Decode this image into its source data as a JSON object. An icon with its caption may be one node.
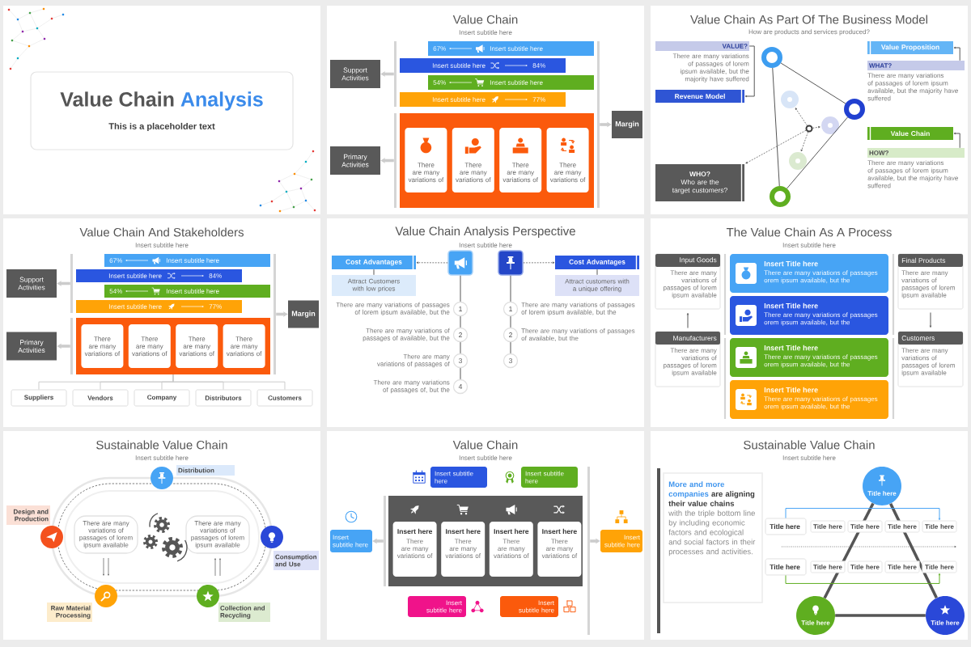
{
  "diagram": {
    "nodes": [
      {
        "text": [],
        "shape": "box"
      },
      {
        "text": [
          "Value Chain",
          "Analysis",
          "This is a placeholder text"
        ],
        "in": 0
      },
      {
        "text": [
          "Value Chain",
          "Insert subtitle here"
        ]
      },
      {
        "text": [
          "Support Activities"
        ],
        "in": 2
      },
      {
        "text": [],
        "shape": "bar",
        "in": 2
      },
      {
        "text": [
          "67%",
          "Insert subtitle here"
        ],
        "in": 2
      },
      {
        "text": [
          "Insert subtitle here",
          "84%"
        ],
        "in": 2
      },
      {
        "text": [
          "54%",
          "Insert subtitle here"
        ],
        "in": 2
      },
      {
        "text": [
          "Insert subtitle here",
          "77%"
        ],
        "in": 2
      },
      {
        "text": [
          "Primary Activities"
        ],
        "in": 2
      },
      {
        "text": [],
        "shape": "bar",
        "in": 2
      },
      {
        "text": [],
        "shape": "box",
        "in": 2
      },
      {
        "text": [
          "There are many variations of"
        ],
        "in": 11
      },
      {
        "text": [
          "There are many variations of"
        ],
        "in": 11
      },
      {
        "text": [
          "There are many variations of"
        ],
        "in": 11
      },
      {
        "text": [
          "There are many variations of"
        ],
        "in": 11
      },
      {
        "text": [],
        "shape": "bar",
        "in": 2
      },
      {
        "text": [
          "Margin"
        ],
        "in": 2
      },
      {
        "text": [
          "Value Chain As Part Of The Business Model",
          "How are products and services produced?"
        ]
      },
      {
        "text": [
          "VALUE?"
        ],
        "beside": [
          "There are many variations of passages of lorem ipsum available, but the majority have suffered"
        ],
        "in": 18
      },
      {
        "text": [],
        "shape": "circle",
        "in": 18
      },
      {
        "text": [
          "Value Proposition"
        ],
        "in": 18
      },
      {
        "text": [
          "Revenue Model"
        ],
        "in": 18
      },
      {
        "text": [
          "WHAT?"
        ],
        "beside": [
          "There are many variations of passages of lorem ipsum available, but the majority have suffered"
        ],
        "in": 18
      },
      {
        "text": [],
        "shape": "circle",
        "in": 18
      },
      {
        "text": [],
        "shape": "circle",
        "in": 18
      },
      {
        "text": [],
        "shape": "circle",
        "in": 18
      },
      {
        "text": [],
        "shape": "circle",
        "in": 18
      },
      {
        "text": [],
        "shape": "circle",
        "in": 18
      },
      {
        "text": [
          "Value Chain"
        ],
        "in": 18
      },
      {
        "text": [
          "WHO?",
          "Who are the target customers?"
        ],
        "in": 18
      },
      {
        "text": [
          "HOW?"
        ],
        "beside": [
          "There are many variations of passages of lorem ipsum available, but the majority have suffered"
        ],
        "in": 18
      },
      {
        "text": [],
        "shape": "circle",
        "in": 18
      },
      {
        "text": [
          "Value Chain And Stakeholders",
          "Insert subtitle here"
        ]
      },
      {
        "text": [
          "Support Activities"
        ],
        "in": 33
      },
      {
        "text": [],
        "shape": "bar",
        "in": 33
      },
      {
        "text": [
          "67%",
          "Insert subtitle here"
        ],
        "in": 33
      },
      {
        "text": [
          "Insert subtitle here",
          "84%"
        ],
        "in": 33
      },
      {
        "text": [
          "54%",
          "Insert subtitle here"
        ],
        "in": 33
      },
      {
        "text": [
          "Insert subtitle here",
          "77%"
        ],
        "in": 33
      },
      {
        "text": [
          "Primary Activities"
        ],
        "in": 33
      },
      {
        "text": [],
        "shape": "bar",
        "in": 33
      },
      {
        "text": [],
        "shape": "box",
        "in": 33
      },
      {
        "text": [
          "There are many variations of"
        ],
        "in": 42
      },
      {
        "text": [
          "There are many variations of"
        ],
        "in": 42
      },
      {
        "text": [
          "There are many variations of"
        ],
        "in": 42
      },
      {
        "text": [
          "There are many variations of"
        ],
        "in": 42
      },
      {
        "text": [],
        "shape": "bar",
        "in": 33
      },
      {
        "text": [
          "Margin"
        ],
        "in": 33
      },
      {
        "text": [
          "Suppliers"
        ],
        "in": 33
      },
      {
        "text": [
          "Vendors"
        ],
        "in": 33
      },
      {
        "text": [
          "Company"
        ],
        "in": 33
      },
      {
        "text": [
          "Distributors"
        ],
        "in": 33
      },
      {
        "text": [
          "Customers"
        ],
        "in": 33
      },
      {
        "text": [
          "Value Chain Analysis Perspective",
          "Insert subtitle here"
        ]
      },
      {
        "text": [
          "Cost Advantages"
        ],
        "in": 54
      },
      {
        "text": [
          "Attract Customers with low prices"
        ],
        "in": 54
      },
      {
        "text": [],
        "shape": "box",
        "in": 54
      },
      {
        "text": [],
        "shape": "box",
        "in": 54
      },
      {
        "text": [
          "Cost Advantages"
        ],
        "in": 54
      },
      {
        "text": [
          "Attract customers with a unique offering"
        ],
        "in": 54
      },
      {
        "text": [
          "1"
        ],
        "beside": [
          "There are many variations of passages of lorem ipsum available, but the"
        ],
        "in": 54
      },
      {
        "text": [
          "2"
        ],
        "beside": [
          "There are many variations of passages of available, but the"
        ],
        "in": 54
      },
      {
        "text": [
          "3"
        ],
        "beside": [
          "There are many variations of passages of"
        ],
        "in": 54
      },
      {
        "text": [
          "4"
        ],
        "beside": [
          "There are many variations of passages of, but the"
        ],
        "in": 54
      },
      {
        "text": [
          "1"
        ],
        "beside": [
          "There are many variations of passages of lorem ipsum available, but the"
        ],
        "in": 54
      },
      {
        "text": [
          "2"
        ],
        "beside": [
          "There are many variations of passages of available, but the"
        ],
        "in": 54
      },
      {
        "text": [
          "3"
        ],
        "in": 54
      },
      {
        "text": [
          "The Value Chain As A Process",
          "Insert subtitle here"
        ]
      },
      {
        "text": [
          "Input Goods",
          "There are many variations of passages of lorem ipsum available"
        ],
        "in": 68
      },
      {
        "text": [
          "Manufacturers",
          "There are many variations of passages of lorem ipsum available"
        ],
        "in": 68
      },
      {
        "text": [
          "Insert Title here",
          "There are many variations of passages orem ipsum available, but the"
        ],
        "in": 68
      },
      {
        "text": [
          "Insert Title here",
          "There are many variations of passages orem ipsum available, but the"
        ],
        "in": 68
      },
      {
        "text": [
          "Insert Title here",
          "There are many variations of passages orem ipsum available, but the"
        ],
        "in": 68
      },
      {
        "text": [
          "Insert Title here",
          "There are many variations of passages orem ipsum available, but the"
        ],
        "in": 68
      },
      {
        "text": [
          "Final Products",
          "There are many variations of passages of lorem ipsum available"
        ],
        "in": 68
      },
      {
        "text": [
          "Customers",
          "There are many variations of passages of lorem ipsum available"
        ],
        "in": 68
      },
      {
        "text": [
          "Sustainable Value Chain",
          "Insert subtitle here"
        ]
      },
      {
        "text": [
          "Distribution"
        ],
        "in": 77
      },
      {
        "text": [
          "Design and Production"
        ],
        "in": 77
      },
      {
        "text": [
          "There are many variations of passages of lorem ipsum available"
        ],
        "in": 77
      },
      {
        "text": [
          "There are many variations of passages of lorem ipsum available"
        ],
        "in": 77
      },
      {
        "text": [
          "Consumption and Use"
        ],
        "in": 77
      },
      {
        "text": [
          "Raw Material Processing"
        ],
        "in": 77
      },
      {
        "text": [
          "Collection and Recycling"
        ],
        "in": 77
      },
      {
        "text": [
          "Value Chain",
          "Insert subtitle here"
        ]
      },
      {
        "text": [
          "Insert subtitle here"
        ],
        "in": 85
      },
      {
        "text": [
          "Insert subtitle here"
        ],
        "in": 85
      },
      {
        "text": [
          "Insert subtitle here"
        ],
        "in": 85
      },
      {
        "text": [],
        "shape": "bar",
        "in": 85
      },
      {
        "text": [],
        "shape": "box",
        "in": 85
      },
      {
        "text": [
          "Insert here",
          "There are many variations of"
        ],
        "in": 90
      },
      {
        "text": [
          "Insert here",
          "There are many variations of"
        ],
        "in": 90
      },
      {
        "text": [
          "Insert here",
          "There are many variations of"
        ],
        "in": 90
      },
      {
        "text": [
          "Insert here",
          "There are many variations of"
        ],
        "in": 90
      },
      {
        "text": [],
        "shape": "bar",
        "in": 85
      },
      {
        "text": [
          "Insert subtitle here"
        ],
        "in": 85
      },
      {
        "text": [
          "Insert subtitle here"
        ],
        "in": 85
      },
      {
        "text": [
          "Insert subtitle here"
        ],
        "in": 85
      },
      {
        "text": [
          "Sustainable Value Chain",
          "Insert subtitle here"
        ]
      },
      {
        "text": [
          "More and more companies",
          "are aligning their value chains",
          "with the triple bottom line by including economic factors and ecological and social factors in their processes and activities."
        ],
        "in": 99
      },
      {
        "text": [
          "Title here"
        ],
        "in": 99
      },
      {
        "text": [
          "Title here"
        ],
        "in": 99
      },
      {
        "text": [
          "Title here"
        ],
        "in": 99
      },
      {
        "text": [
          "Title here"
        ],
        "in": 99
      },
      {
        "text": [
          "Title here"
        ],
        "in": 99
      },
      {
        "text": [
          "Title here"
        ],
        "in": 99
      },
      {
        "text": [
          "Title here"
        ],
        "in": 99
      },
      {
        "text": [
          "Title here"
        ],
        "in": 99
      },
      {
        "text": [
          "Title here"
        ],
        "in": 99
      },
      {
        "text": [
          "Title here"
        ],
        "in": 99
      },
      {
        "text": [
          "Title here"
        ],
        "in": 99
      },
      {
        "text": [
          "Title here"
        ],
        "in": 99
      },
      {
        "text": [
          "Title here"
        ],
        "in": 99
      }
    ],
    "edges": [
      {
        "from": 4,
        "to": 3,
        "arrow": "to",
        "style": "thick",
        "color": "#cccccc"
      },
      {
        "from": 10,
        "to": 9,
        "arrow": "to",
        "style": "thick",
        "color": "#cccccc"
      },
      {
        "from": 16,
        "to": 17,
        "arrow": "to",
        "style": "thick",
        "color": "#cccccc"
      },
      {
        "from": 20,
        "to": 25,
        "arrow": "none"
      },
      {
        "from": 20,
        "to": 32,
        "arrow": "none"
      },
      {
        "from": 32,
        "to": 25,
        "arrow": "none"
      },
      {
        "from": 19,
        "to": 22,
        "arrow": "to"
      },
      {
        "from": 23,
        "to": 21,
        "arrow": "to"
      },
      {
        "from": 31,
        "to": 29,
        "arrow": "to"
      },
      {
        "from": 26,
        "to": 24,
        "arrow": "to",
        "style": "dashed"
      },
      {
        "from": 26,
        "to": 27,
        "arrow": "to",
        "style": "dashed"
      },
      {
        "from": 26,
        "to": 28,
        "arrow": "to",
        "style": "dashed"
      },
      {
        "from": 26,
        "to": 30,
        "arrow": "to",
        "style": "dashed"
      },
      {
        "from": 35,
        "to": 34,
        "arrow": "to",
        "style": "thick",
        "color": "#cccccc"
      },
      {
        "from": 41,
        "to": 40,
        "arrow": "to",
        "style": "thick",
        "color": "#cccccc"
      },
      {
        "from": 47,
        "to": 48,
        "arrow": "to",
        "style": "thick",
        "color": "#cccccc"
      },
      {
        "from": 42,
        "to": 49,
        "arrow": "none",
        "color": "#cccccc"
      },
      {
        "from": 42,
        "to": 50,
        "arrow": "none",
        "color": "#cccccc"
      },
      {
        "from": 42,
        "to": 51,
        "arrow": "none",
        "color": "#cccccc"
      },
      {
        "from": 42,
        "to": 52,
        "arrow": "none",
        "color": "#cccccc"
      },
      {
        "from": 42,
        "to": 53,
        "arrow": "none",
        "color": "#cccccc"
      },
      {
        "from": 57,
        "to": 55,
        "arrow": "to",
        "style": "dashed"
      },
      {
        "from": 58,
        "to": 59,
        "arrow": "to",
        "style": "dashed"
      },
      {
        "from": 55,
        "to": 56,
        "arrow": "none"
      },
      {
        "from": 59,
        "to": 60,
        "arrow": "none"
      },
      {
        "from": 57,
        "to": 61,
        "arrow": "none"
      },
      {
        "from": 61,
        "to": 62,
        "arrow": "none"
      },
      {
        "from": 62,
        "to": 63,
        "arrow": "none"
      },
      {
        "from": 63,
        "to": 64,
        "arrow": "none"
      },
      {
        "from": 58,
        "to": 65,
        "arrow": "none"
      },
      {
        "from": 65,
        "to": 66,
        "arrow": "none"
      },
      {
        "from": 66,
        "to": 67,
        "arrow": "none"
      },
      {
        "from": 70,
        "to": 69,
        "arrow": "to"
      },
      {
        "from": 75,
        "to": 76,
        "arrow": "to"
      },
      {
        "from": 89,
        "to": 88,
        "arrow": "to",
        "style": "thick",
        "color": "#cccccc"
      },
      {
        "from": 95,
        "to": 96,
        "arrow": "to",
        "style": "thick",
        "color": "#cccccc"
      },
      {
        "from": 101,
        "to": 112,
        "arrow": "none",
        "style": "thick"
      },
      {
        "from": 101,
        "to": 113,
        "arrow": "none",
        "style": "thick"
      },
      {
        "from": 112,
        "to": 113,
        "arrow": "none",
        "style": "thick"
      },
      {
        "from": 102,
        "to": 106,
        "arrow": "to",
        "color": "#47a4f5"
      },
      {
        "from": 107,
        "to": 111,
        "arrow": "to",
        "color": "#5fae20"
      }
    ]
  }
}
